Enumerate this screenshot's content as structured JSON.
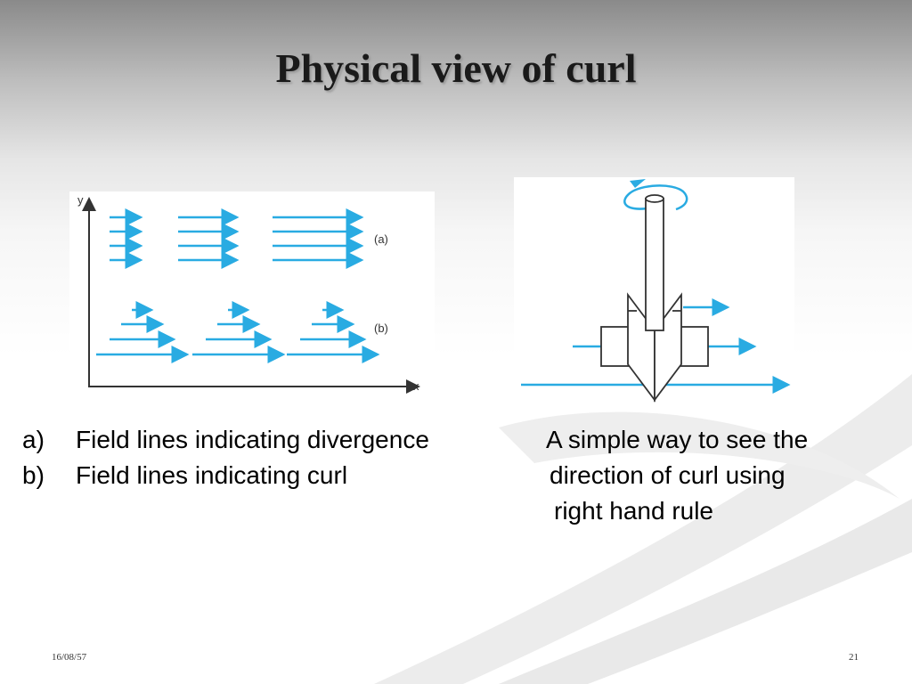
{
  "slide": {
    "title": "Physical view of curl",
    "footer_date": "16/08/57",
    "slide_number": "21"
  },
  "figure_left": {
    "y_axis_label": "y",
    "x_axis_label": "x",
    "label_a": "(a)",
    "label_b": "(b)",
    "arrow_color": "#29abe2"
  },
  "captions_left": [
    {
      "marker": "a)",
      "text": "Field lines indicating divergence"
    },
    {
      "marker": "b)",
      "text": "Field lines indicating curl"
    }
  ],
  "caption_right": {
    "line1": "A simple way to see the",
    "line2": "direction of curl using",
    "line3": "right hand rule"
  }
}
